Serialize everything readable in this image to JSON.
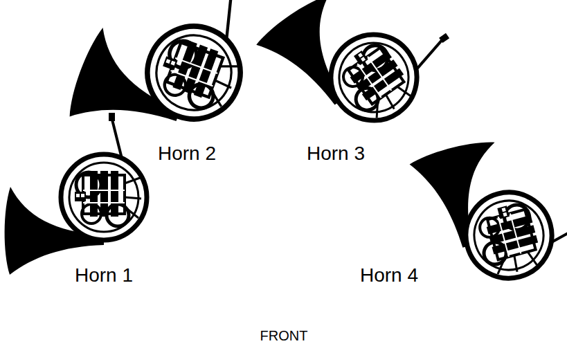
{
  "diagram": {
    "labels": [
      "Horn 2",
      "Horn 3",
      "Horn 1",
      "Horn 4",
      "FRONT"
    ]
  }
}
